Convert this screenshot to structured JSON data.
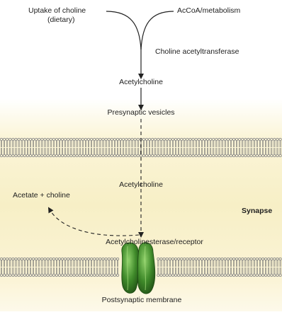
{
  "labels": {
    "uptake": "Uptake of choline",
    "uptake_sub": "(dietary)",
    "acoa": "AcCoA/metabolism",
    "enzyme": "Choline acetyltransferase",
    "acetylcholine_top": "Acetylcholine",
    "vesicles": "Presynaptic vesicles",
    "acetylcholine_cleft": "Acetylcholine",
    "products": "Acetate + choline",
    "synapse": "Synapse",
    "esterase": "Acetylcholinesterase/receptor",
    "postsynaptic": "Postsynaptic membrane"
  },
  "colors": {
    "background_band": "#f7f0c8",
    "membrane_head": "#8a8a8a",
    "receptor_green": "#3f8a2a",
    "arrow": "#222222"
  },
  "icons": {
    "receptor": "receptor-icon"
  }
}
